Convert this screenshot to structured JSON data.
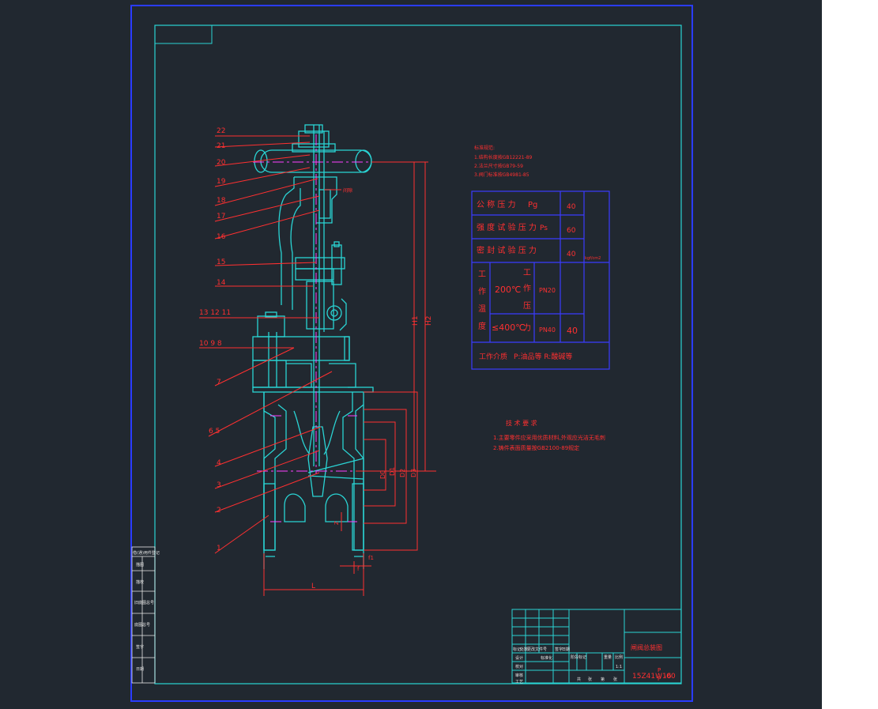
{
  "drawing": {
    "part_labels": [
      "22",
      "21",
      "20",
      "19",
      "18",
      "17",
      "16",
      "15",
      "14",
      "13 12 11",
      "10 9 8",
      "7",
      "6 5",
      "4",
      "3",
      "2",
      "1"
    ],
    "callout_gap": "间隙",
    "dims": {
      "H1": "H1",
      "H2": "H2",
      "D0": "D0",
      "D1": "D1",
      "D2": "D2",
      "D3": "D3",
      "L": "L",
      "f": "f",
      "f1": "f1",
      "Z": "Z"
    }
  },
  "notes_top": {
    "header": "标准规范:",
    "lines": [
      "1.结构长度按GB12221-89",
      "2.法兰尺寸按GB79-59",
      "3.阀门标准按GB4981-85"
    ]
  },
  "spec_table": {
    "rows": [
      {
        "label": "公 称 压 力",
        "symbol": "Pg",
        "value": "40"
      },
      {
        "label": "强 度 试 验 压 力",
        "symbol": "Ps",
        "value": "60"
      },
      {
        "label": "密 封 试 验 压 力",
        "symbol": "",
        "value": "40"
      }
    ],
    "unit": "kgf/cm2",
    "temp_label": [
      "工",
      "作",
      "温",
      "度"
    ],
    "temp_values": [
      "200℃",
      "≤400℃"
    ],
    "press_label": [
      "工",
      "作",
      "压",
      "力"
    ],
    "press_values": [
      "PN20",
      "PN40"
    ],
    "press_value_right": "40",
    "medium_label": "工作介质",
    "medium_value": "P:油品等  R:酸碱等"
  },
  "tech_req": {
    "title": "技 术 要 求",
    "lines": [
      "1.主要零件应采用优质材料,外观应光洁无毛刺",
      "2.铸件表面质量按GB2100-89规定"
    ]
  },
  "title_block": {
    "drawing_name": "闸阀总装图",
    "drawing_no": "15Z41W16",
    "suffix_sup": "P",
    "suffix_sub": "P",
    "suffix_tail": "-00",
    "scale": "1:1",
    "roles": [
      "设计",
      "校对",
      "审核",
      "工艺"
    ],
    "col_heads": [
      "标记",
      "处数",
      "更改文件号",
      "签字",
      "日期"
    ],
    "mid_heads": [
      "阶段标记",
      "重量",
      "比例"
    ],
    "sheet": [
      "共",
      "张",
      "第",
      "张"
    ],
    "std_label": "标准化"
  },
  "side_block": {
    "header": "借(通)用件登记",
    "rows": [
      "描图",
      "描校",
      "旧底图总号",
      "底图总号",
      "签字",
      "日期"
    ]
  }
}
